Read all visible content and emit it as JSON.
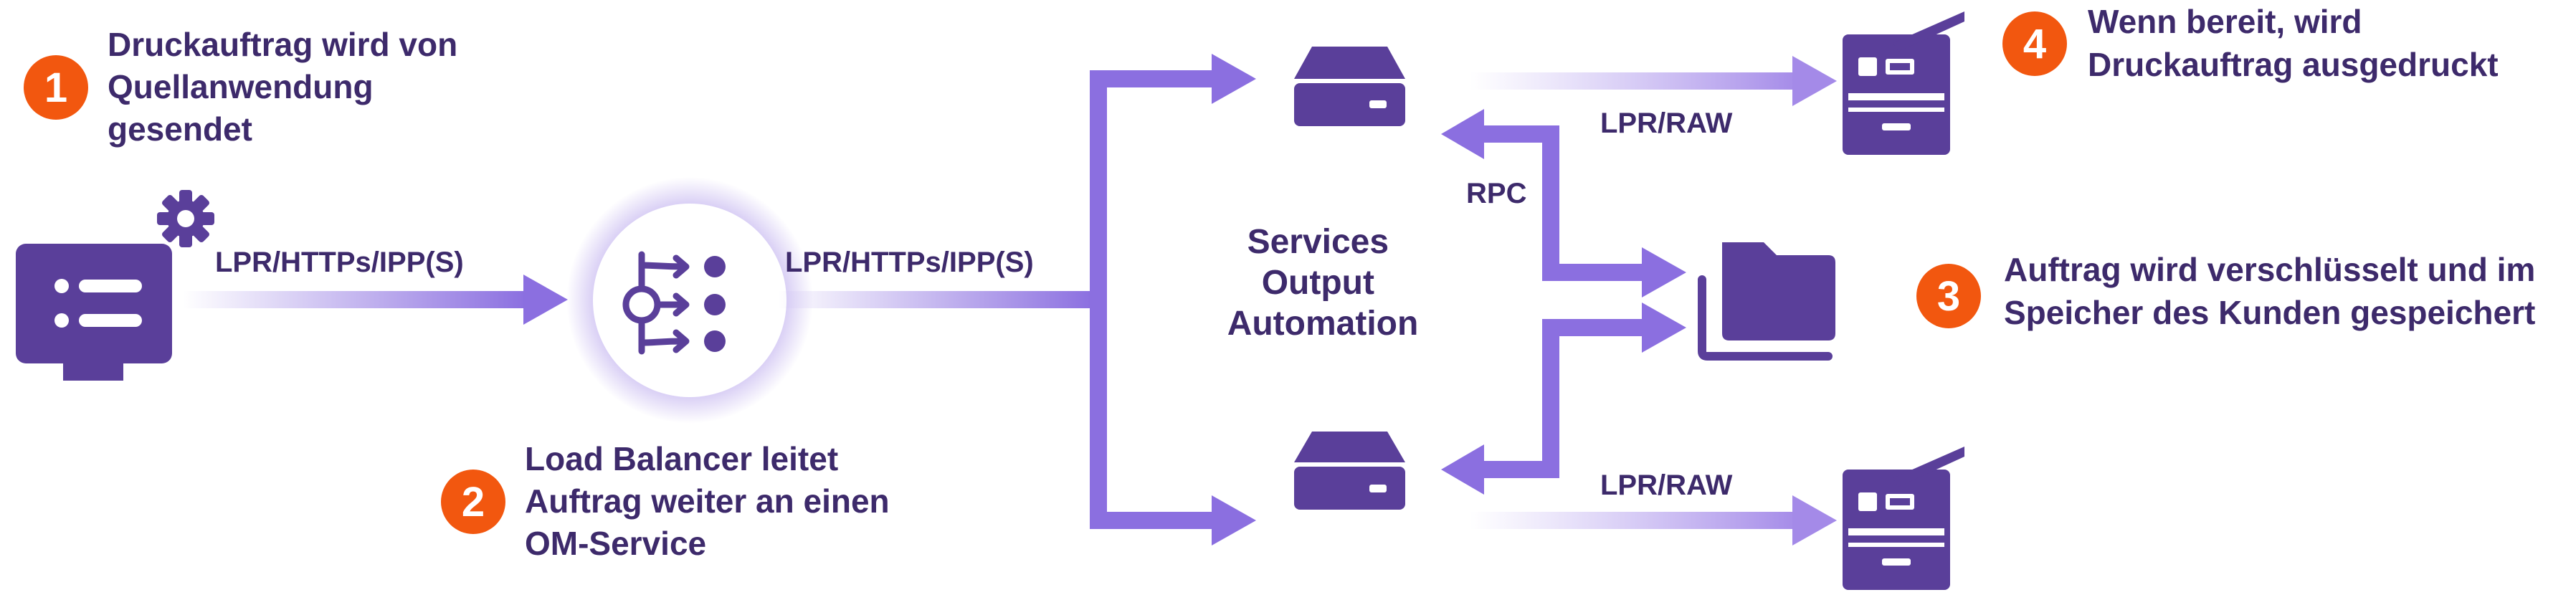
{
  "colors": {
    "dark_purple": "#5a3f9a",
    "mid_purple": "#8b6fe0",
    "light_purple": "#b9a6f0",
    "text": "#3d2a6b",
    "badge": "#f2570f"
  },
  "steps": [
    {
      "number": "1",
      "lines": [
        "Druckauftrag wird von",
        "Quellanwendung",
        "gesendet"
      ]
    },
    {
      "number": "2",
      "lines": [
        "Load Balancer leitet",
        "Auftrag weiter an einen",
        "OM-Service"
      ]
    },
    {
      "number": "3",
      "lines": [
        "Auftrag wird verschlüsselt und im",
        "Speicher des Kunden gespeichert"
      ]
    },
    {
      "number": "4",
      "lines": [
        "Wenn bereit, wird",
        "Druckauftrag ausgedruckt"
      ]
    }
  ],
  "labels": {
    "source_protocol": "LPR/HTTPs/IPP(S)",
    "lb_protocol": "LPR/HTTPs/IPP(S)",
    "printer_protocol_top": "LPR/RAW",
    "printer_protocol_bottom": "LPR/RAW",
    "rpc": "RPC",
    "services_lines": [
      "Services",
      "Output",
      "Automation"
    ]
  },
  "icons": {
    "source": "monitor-with-gear-icon",
    "load_balancer": "load-balancer-icon",
    "server": "server-icon",
    "storage": "folder-storage-icon",
    "printer": "printer-icon"
  }
}
